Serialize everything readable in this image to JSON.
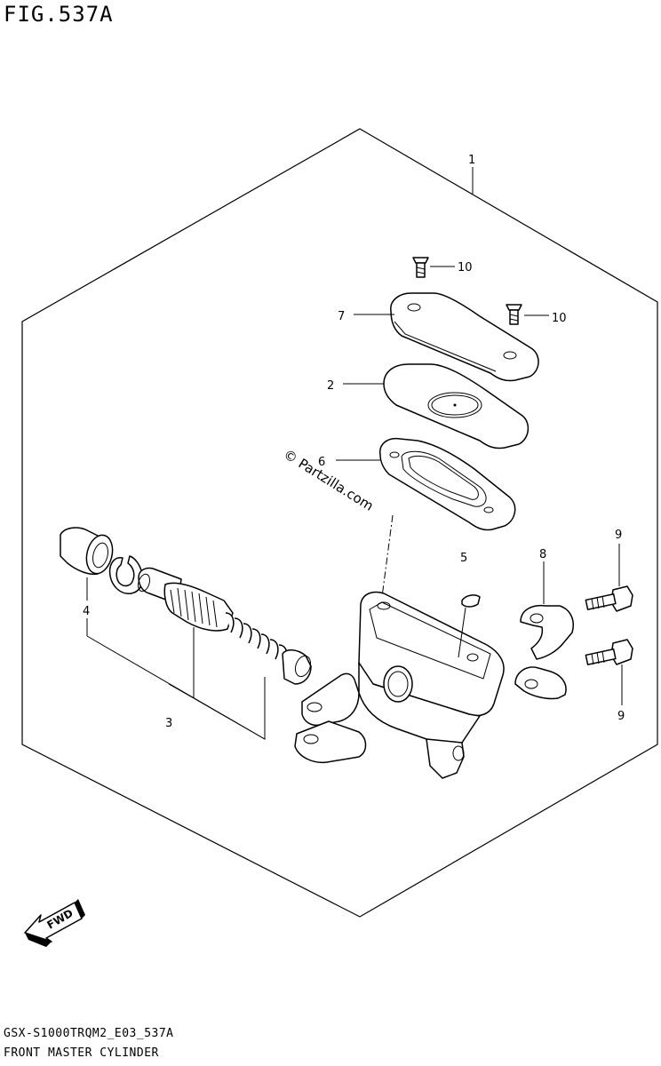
{
  "figure": {
    "title": "FIG.537A",
    "model_code": "GSX-S1000TRQM2_E03_537A",
    "name": "FRONT MASTER CYLINDER"
  },
  "callouts": {
    "c1": "1",
    "c2": "2",
    "c3": "3",
    "c4": "4",
    "c5": "5",
    "c6": "6",
    "c7": "7",
    "c8": "8",
    "c9a": "9",
    "c9b": "9",
    "c10a": "10",
    "c10b": "10"
  },
  "watermark": "© Partzilla.com",
  "direction_arrow": "FWD"
}
